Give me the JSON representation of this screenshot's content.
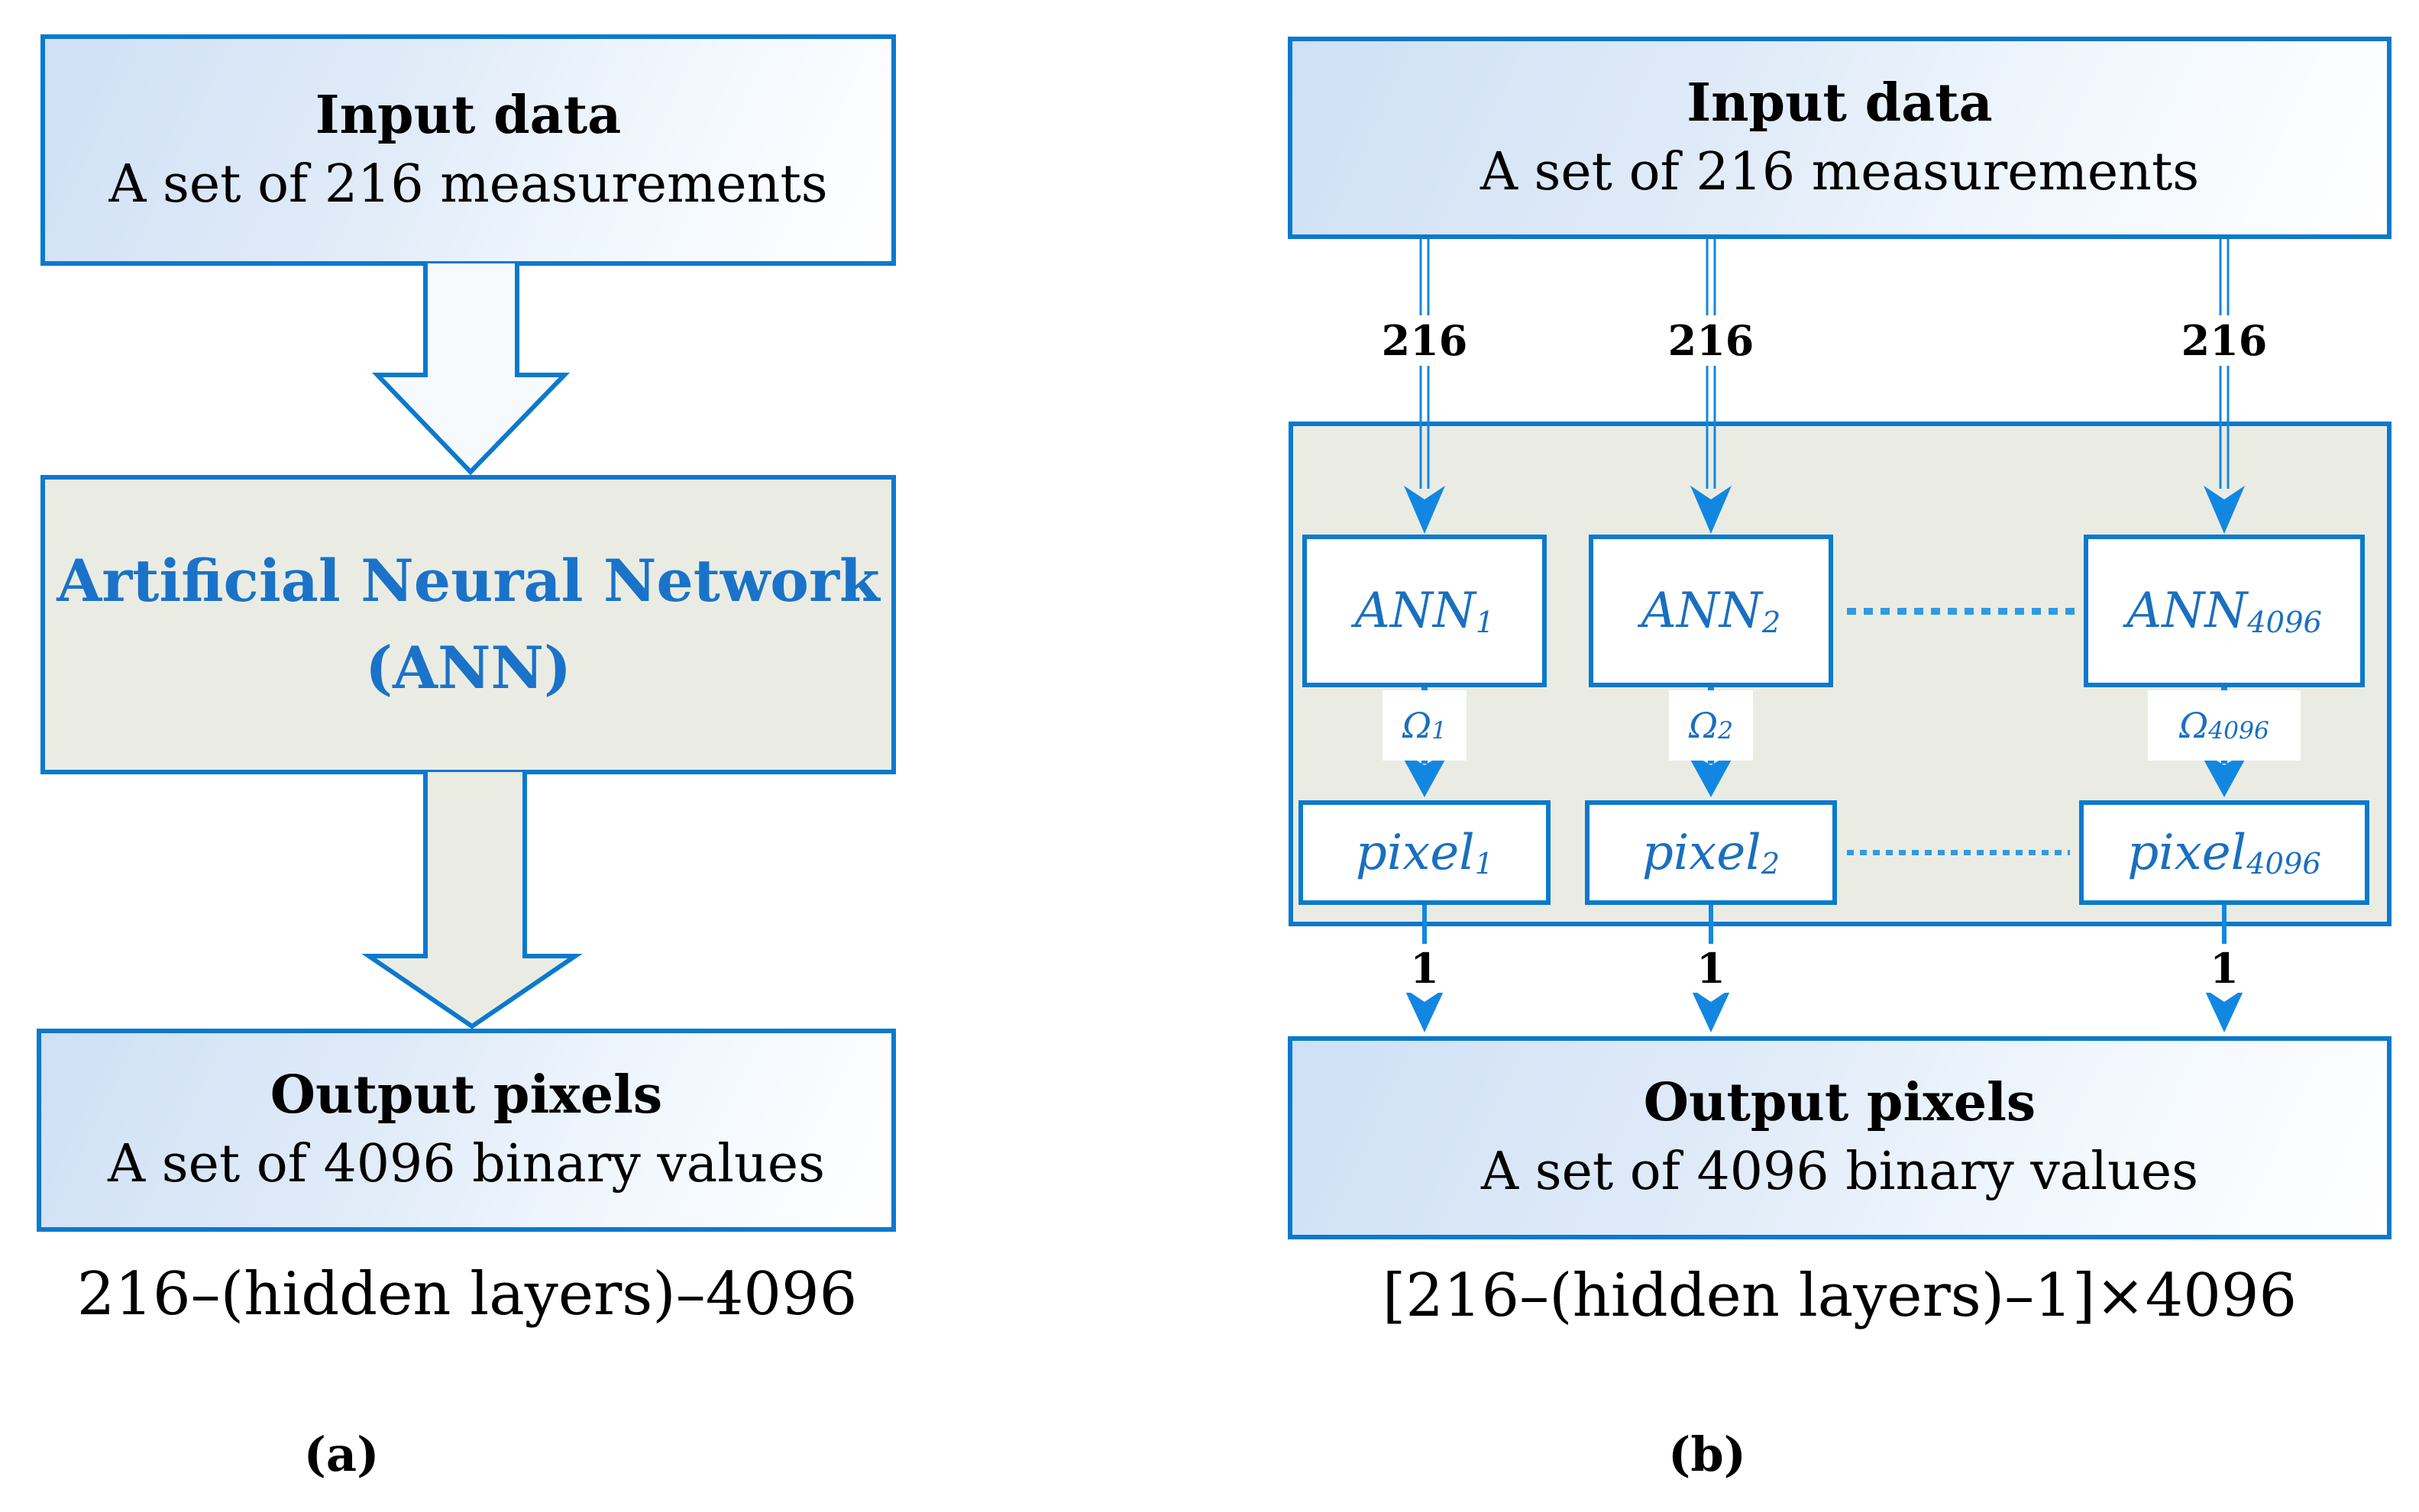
{
  "colors": {
    "border_blue": "#0b79cd",
    "arrow_blue": "#1287e2",
    "panel_grey_fill": "#eaece4",
    "box_blue_tint": "#cfe0f5",
    "ann_heading_blue": "#1a73c8",
    "unit_text_blue": "#1a6fc0",
    "text_black": "#000000"
  },
  "panel_a": {
    "figure_label": "(a)",
    "input_box": {
      "title": "Input data",
      "subtitle": "A set of 216 measurements"
    },
    "ann_box": {
      "line1": "Artificial Neural Network",
      "line2": "(ANN)"
    },
    "output_box": {
      "title": "Output pixels",
      "subtitle": "A set of 4096 binary values"
    },
    "caption": "216–(hidden layers)–4096"
  },
  "panel_b": {
    "figure_label": "(b)",
    "input_box": {
      "title": "Input data",
      "subtitle": "A set of 216 measurements"
    },
    "input_arrow_labels": [
      "216",
      "216",
      "216"
    ],
    "ann_units": [
      {
        "base": "ANN",
        "sub": "1"
      },
      {
        "base": "ANN",
        "sub": "2"
      },
      {
        "base": "ANN",
        "sub": "4096"
      }
    ],
    "weight_labels": [
      {
        "base": "Ω",
        "sub": "1"
      },
      {
        "base": "Ω",
        "sub": "2"
      },
      {
        "base": "Ω",
        "sub": "4096"
      }
    ],
    "pixel_units": [
      {
        "base": "pixel",
        "sub": "1"
      },
      {
        "base": "pixel",
        "sub": "2"
      },
      {
        "base": "pixel",
        "sub": "4096"
      }
    ],
    "output_arrow_labels": [
      "1",
      "1",
      "1"
    ],
    "output_box": {
      "title": "Output pixels",
      "subtitle": "A set of 4096 binary values"
    },
    "caption": "[216–(hidden layers)–1]×4096"
  }
}
